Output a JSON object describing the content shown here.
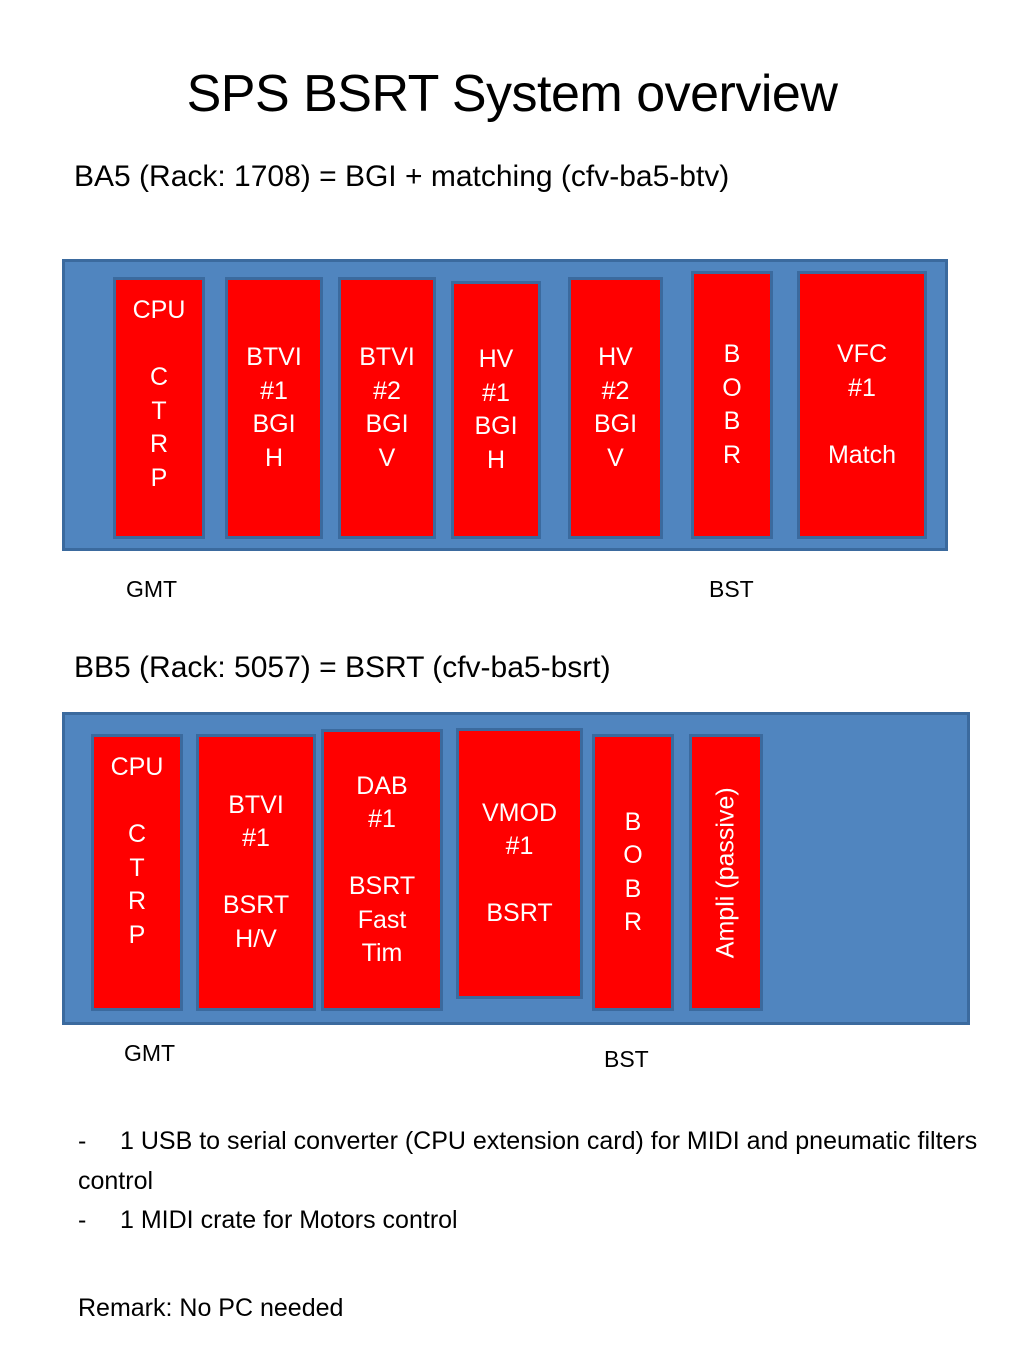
{
  "slide": {
    "title": "SPS BSRT System overview"
  },
  "sections": [
    {
      "heading": "BA5 (Rack: 1708) = BGI + matching (cfv-ba5-btv)",
      "rack_name": "rack-ba5",
      "bus_left": "GMT",
      "bus_right": "BST",
      "cards": [
        {
          "name": "cpu-ctrp",
          "align": "top",
          "lines": [
            "CPU",
            "",
            "C",
            "T",
            "R",
            "P"
          ]
        },
        {
          "name": "btvi-1-bgi-h",
          "align": "mid",
          "lines": [
            "BTVI",
            "#1",
            "BGI",
            "H"
          ]
        },
        {
          "name": "btvi-2-bgi-v",
          "align": "mid",
          "lines": [
            "BTVI",
            "#2",
            "BGI",
            "V"
          ]
        },
        {
          "name": "hv-1-bgi-h",
          "align": "mid",
          "lines": [
            "HV",
            "#1",
            "BGI",
            "H"
          ]
        },
        {
          "name": "hv-2-bgi-v",
          "align": "mid",
          "lines": [
            "HV",
            "#2",
            "BGI",
            "V"
          ]
        },
        {
          "name": "bobr",
          "align": "mid",
          "lines": [
            "B",
            "O",
            "B",
            "R"
          ]
        },
        {
          "name": "vfc-1-match",
          "align": "mid",
          "lines": [
            "VFC",
            "#1",
            "",
            "Match"
          ]
        }
      ]
    },
    {
      "heading": "BB5 (Rack: 5057) = BSRT (cfv-ba5-bsrt)",
      "rack_name": "rack-bb5",
      "bus_left": "GMT",
      "bus_right": "BST",
      "cards": [
        {
          "name": "cpu-ctrp",
          "align": "top",
          "lines": [
            "CPU",
            "",
            "C",
            "T",
            "R",
            "P"
          ]
        },
        {
          "name": "btvi-1-bsrt-hv",
          "align": "mid",
          "lines": [
            "BTVI",
            "#1",
            "",
            "BSRT",
            "H/V"
          ]
        },
        {
          "name": "dab-1-bsrt-fast-tim",
          "align": "mid",
          "lines": [
            "DAB",
            "#1",
            "",
            "BSRT",
            "Fast",
            "Tim"
          ]
        },
        {
          "name": "vmod-1-bsrt",
          "align": "mid",
          "lines": [
            "VMOD",
            "#1",
            "",
            "BSRT"
          ]
        },
        {
          "name": "bobr",
          "align": "mid",
          "lines": [
            "B",
            "O",
            "B",
            "R"
          ]
        },
        {
          "name": "ampli-passive",
          "align": "rot",
          "rotated_label": "Ampli (passive)",
          "lines": []
        }
      ]
    }
  ],
  "notes": {
    "bullet_marker": "-",
    "items": [
      "1 USB to serial converter (CPU extension card) for MIDI and pneumatic filters control",
      "1 MIDI crate for Motors control"
    ],
    "remark": "Remark: No PC needed"
  },
  "colors": {
    "rack_fill": "#5085BF",
    "rack_border": "#3B6A9E",
    "card_fill": "#FF0000",
    "card_text": "#FFFFFF",
    "background": "#FFFFFF",
    "text": "#000000"
  }
}
